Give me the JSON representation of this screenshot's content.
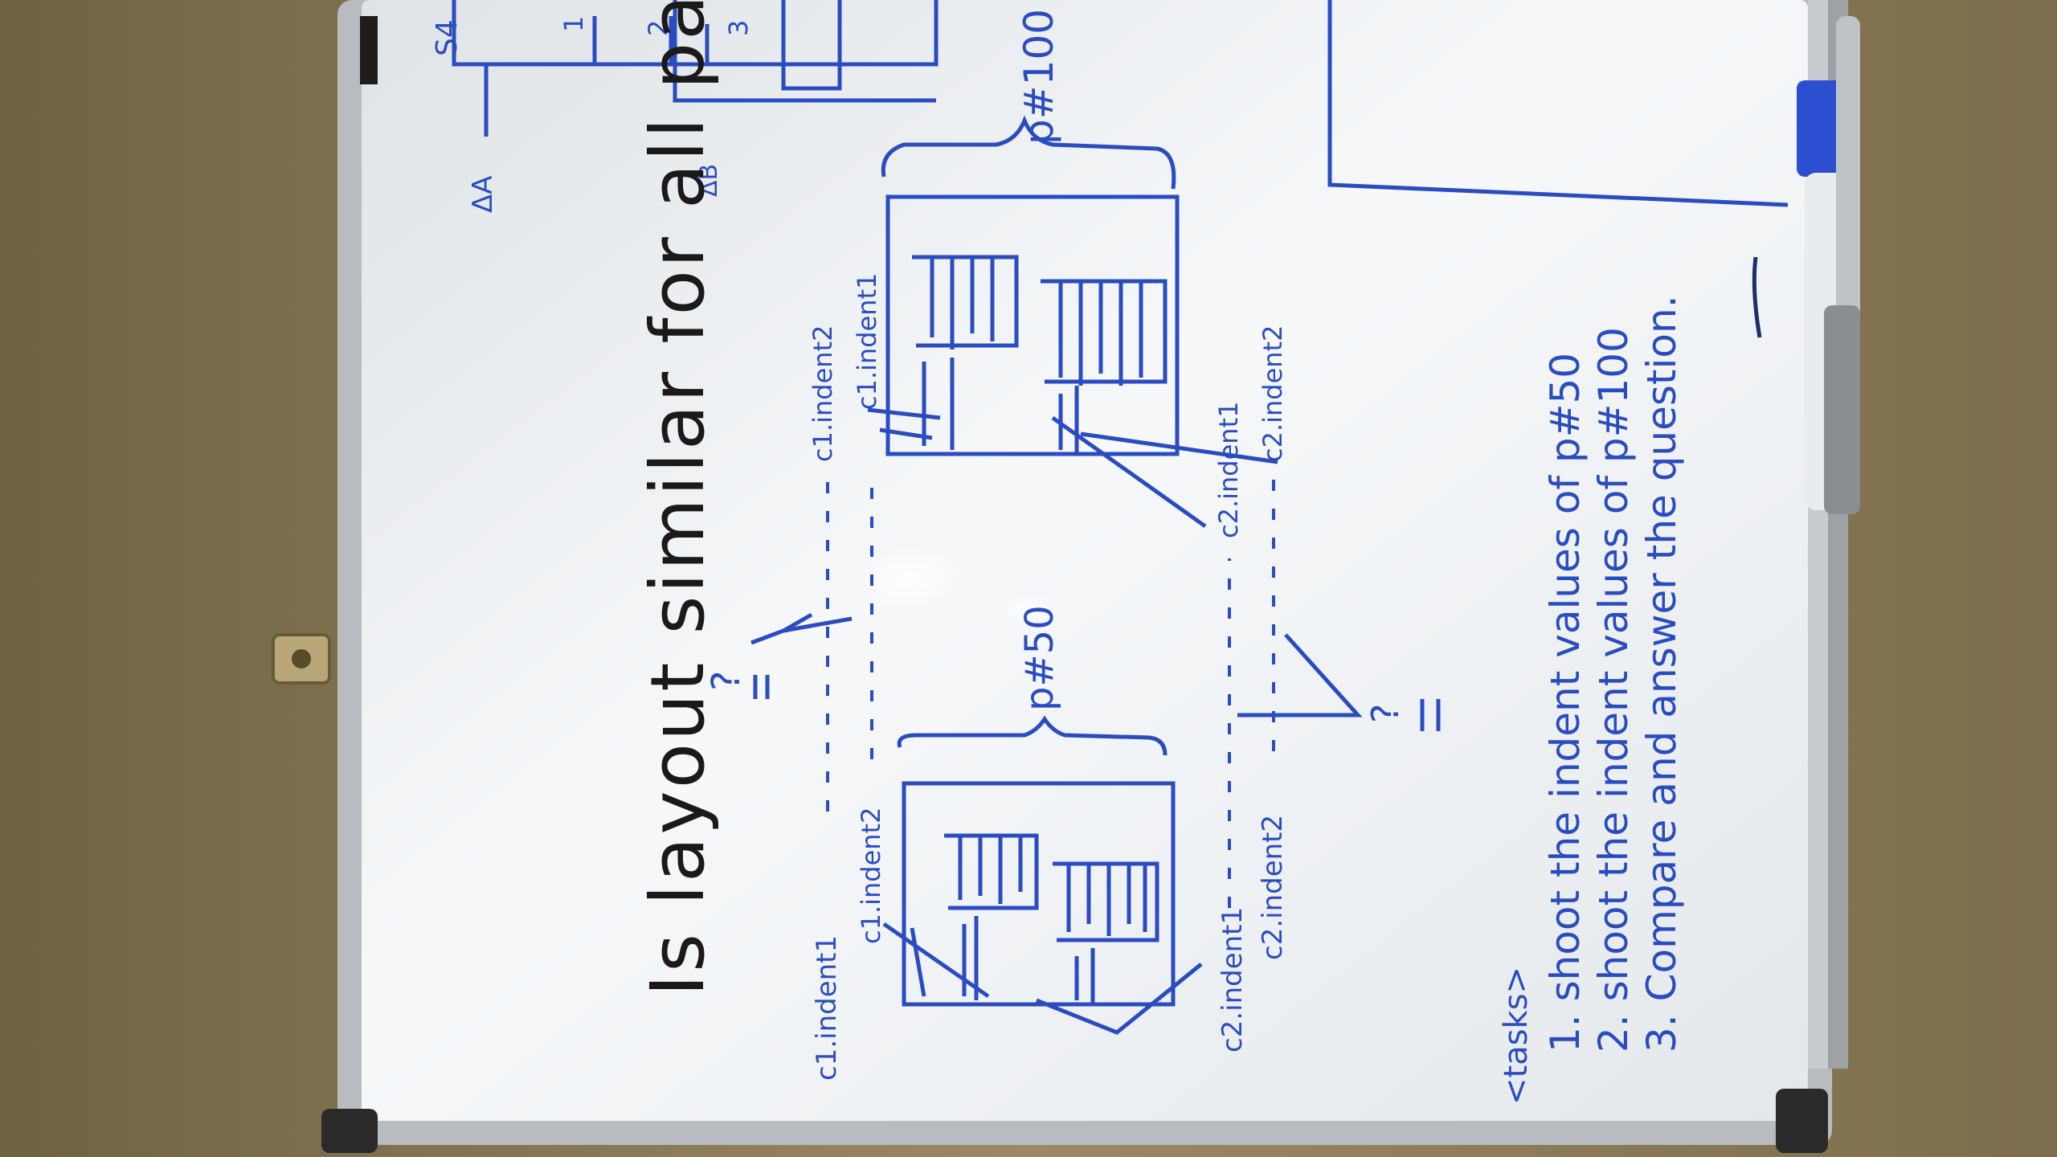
{
  "title": "Is layout similar for all pages?",
  "page_labels": {
    "p50": "p#50",
    "p100": "p#100"
  },
  "indent_labels": {
    "c1_indent1_left": "c1.indent1",
    "c1_indent2_left": "c1.indent2",
    "c2_indent1_left": "c2.indent1",
    "c2_indent2_left": "c2.indent2",
    "c1_indent2_right": "c1.indent2",
    "c1_indent1_right": "c1.indent1",
    "c2_indent1_right": "c2.indent1",
    "c2_indent2_right": "c2.indent2"
  },
  "question_marks": {
    "top": "?",
    "bottom": "?"
  },
  "corner_labels": {
    "delta_a": "ΔA",
    "delta_b": "ΔB",
    "s4": "S4",
    "n1": "1",
    "n2": "2",
    "n3": "3"
  },
  "tasks": {
    "header": "<tasks>",
    "items": [
      "1. shoot the indent values of p#50",
      "2. shoot the indent values of p#100",
      "3. Compare and answer the question."
    ]
  },
  "colors": {
    "marker_blue": "#2a4cc0",
    "marker_black": "#1a1a1a",
    "board": "#f1f3f5",
    "wall": "#8a7a55"
  }
}
